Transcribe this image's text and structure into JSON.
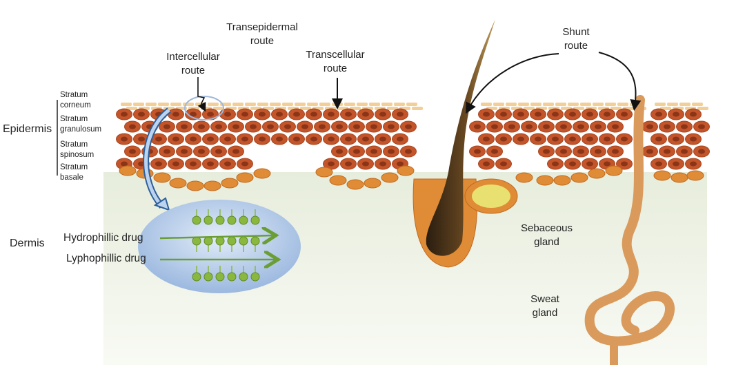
{
  "layers": {
    "group": "Epidermis",
    "items": [
      "Stratum corneum",
      "Stratum granulosum",
      "Stratum spinosum",
      "Stratum basale"
    ],
    "items_split": [
      [
        "Stratum",
        "corneum"
      ],
      [
        "Stratum",
        "granulosum"
      ],
      [
        "Stratum",
        "spinosum"
      ],
      [
        "Stratum",
        "basale"
      ]
    ]
  },
  "dermis": "Dermis",
  "routes": {
    "transepidermal": [
      "Transepidermal",
      "route"
    ],
    "intercellular": [
      "Intercellular",
      "route"
    ],
    "transcellular": [
      "Transcellular",
      "route"
    ],
    "shunt": [
      "Shunt",
      "route"
    ]
  },
  "drugs": {
    "hydrophilic": "Hydrophillic drug",
    "lipophilic": "Lyphophillic drug"
  },
  "structures": {
    "sebaceous": [
      "Sebaceous",
      "gland"
    ],
    "sweat": [
      "Sweat",
      "gland"
    ]
  },
  "colors": {
    "cell": "#c4552a",
    "nucleus": "#8a3518",
    "basal": "#e08b35",
    "corneum": "#f2cf98",
    "lipid": "#8ab83e",
    "arrow": "#2e5f9a"
  }
}
